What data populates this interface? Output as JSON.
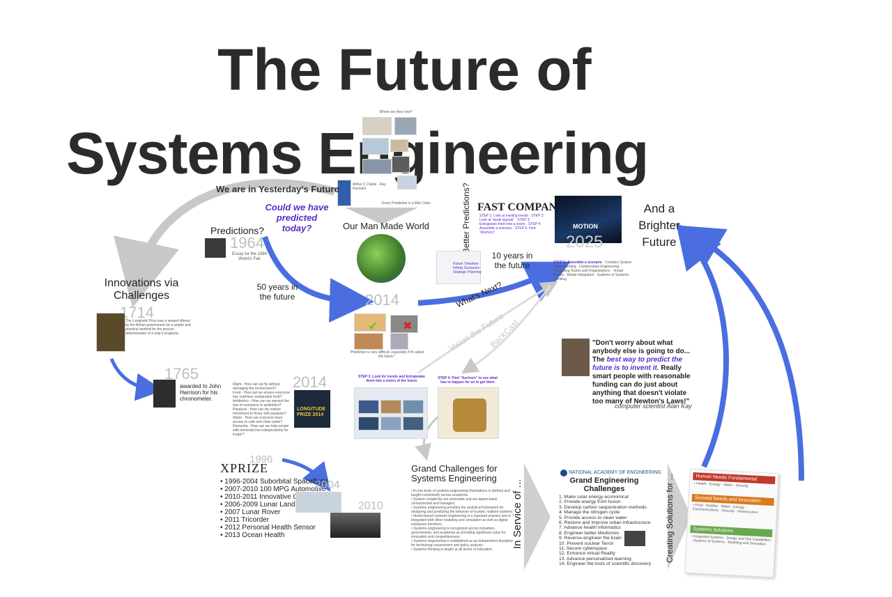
{
  "title": {
    "line1": "The Future of",
    "line2": "Systems Engineering"
  },
  "top": {
    "yesterday": "We are in Yesterday's Future",
    "could_we": "Could we have predicted today?",
    "predictions": "Predictions?",
    "year_1964": "1964",
    "essay": "Essay for the 1964 World's Fair",
    "our_world": "Our Man Made World",
    "small_heading": "Where are they now?",
    "small_caption": "Every Prediction is a little Crisis"
  },
  "left": {
    "innovations": "Innovations via Challenges",
    "year_1714": "1714",
    "year_1765": "1765",
    "harrison": "awarded to John Harrison for his chronometer.",
    "fifty": "50 years in the future"
  },
  "center": {
    "year_2014": "2014",
    "quote_small": "\"Prediction is very difficult, especially if it's about the future.\"",
    "vision": "Vision the Future",
    "backcast": "BackCast",
    "whats_next": "What's Next?",
    "better": "Better Predictions?",
    "ten": "10 years in the future",
    "year_2025": "2025",
    "motion": "MOTION",
    "brighter": "And a Brighter Future",
    "fastcompany": "FAST COMPANY",
    "step3": "STEP 3: Look for trends and Extrapolate them into a vision of the future",
    "step4": "STEP 4: Find \"Anchors\" to see what has to happen for us to get there",
    "step5": "STEP 5: Assemble a scenario"
  },
  "longitude": {
    "year_2014b": "2014",
    "prize_label": "LONGITUDE PRIZE 2014",
    "items": [
      "Flight - How can we fly without damaging the environment?",
      "Food - How can we ensure everyone has nutritious sustainable food?",
      "Antibiotics - How can we prevent the rise of resistance to antibiotics?",
      "Paralysis - How can we restore movement to those with paralysis?",
      "Water - How can everyone have access to safe and clean water?",
      "Dementia - How can we help people with dementia live independently for longer?"
    ]
  },
  "xprize": {
    "logo": "XPRIZE",
    "year_1996": "1996",
    "year_2004": "2004",
    "year_2010": "2010",
    "items": [
      "1996-2004 Suborbital Spaceflight",
      "2007-2010 100 MPG Automotive",
      "2010-2011 Innovative Oil Cleanup",
      "2006-2009 Lunar Lander",
      "2007 Lunar Rover",
      "2011 Tricorder",
      "2012 Personal Health Sensor",
      "2013 Ocean Health"
    ]
  },
  "kay": {
    "quote_pre": "\"Don't worry about what anybody else is going to do... The ",
    "quote_em": "best way to predict the future is to invent it.",
    "quote_post": " Really smart people with reasonable funding can do just about anything that doesn't violate too many of Newton's Laws!\"",
    "attrib": "computer scientist Alan Kay"
  },
  "grand": {
    "title": "Grand Challenges for Systems Engineering",
    "items": [
      "A core body of systems engineering foundations is defined and taught consistently across academia.",
      "System complexity are amenable and are appreciated, characterized and managed.",
      "Systems engineering provides the analytical framework for designing and predicting the behavior of trusted, resilient systems.",
      "Model-based systems engineering is a standard practice and is integrated with other modeling and simulation as well as digital enterprise functions.",
      "Systems engineering is recognized across industries, governments, and academia as providing significant value for innovation and competitiveness.",
      "Systems engineering is established as an independent discipline for technology assessment and policy analysis.",
      "Systems thinking is taught at all levels of education."
    ]
  },
  "service": "In Service of ...",
  "nae": {
    "org": "NATIONAL ACADEMY OF ENGINEERING",
    "title": "Grand Engineering Challenges",
    "items": [
      "1. Make solar energy economical",
      "2. Provide energy from fusion",
      "3. Develop carbon sequestration methods",
      "4. Manage the nitrogen cycle",
      "5. Provide access to clean water",
      "6. Restore and improve urban infrastructure",
      "7. Advance health informatics",
      "8. Engineer better Medicines",
      "9. Reverse-engineer the brain",
      "10. Prevent nuclear Terror",
      "11. Secure cyberspace",
      "12. Enhance virtual Reality",
      "13. Advance personalized learning",
      "14. Engineer the tools of scientific discovery"
    ]
  },
  "creating": "Creating Solutions for ...",
  "solutions": {
    "h1": "Human Needs Fundamental",
    "h2": "Societal Needs and Innovation",
    "h3": "Systems Solutions"
  },
  "colors": {
    "arrow_blue": "#4a6ee0",
    "arrow_gray": "#c8c8c8",
    "purple": "#5b2bc6",
    "red_header": "#c0392b",
    "orange_header": "#d97a1e",
    "green_header": "#6aa84f"
  }
}
